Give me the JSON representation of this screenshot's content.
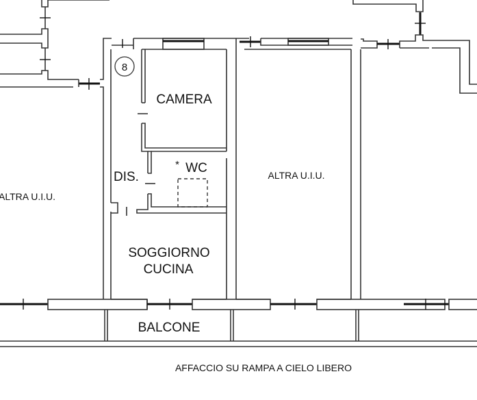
{
  "plan": {
    "unit_number": "8",
    "rooms": {
      "camera": "CAMERA",
      "wc": "WC",
      "wc_marker": "*",
      "disimpegno": "DIS.",
      "soggiorno_line1": "SOGGIORNO",
      "soggiorno_line2": "CUCINA",
      "balcone": "BALCONE"
    },
    "neighbors": {
      "left": "ALTRA U.I.U.",
      "right": "ALTRA U.I.U."
    },
    "footer_note": "AFFACCIO SU RAMPA A CIELO LIBERO",
    "colors": {
      "background": "#ffffff",
      "walls": "#333333",
      "text": "#111111"
    }
  }
}
